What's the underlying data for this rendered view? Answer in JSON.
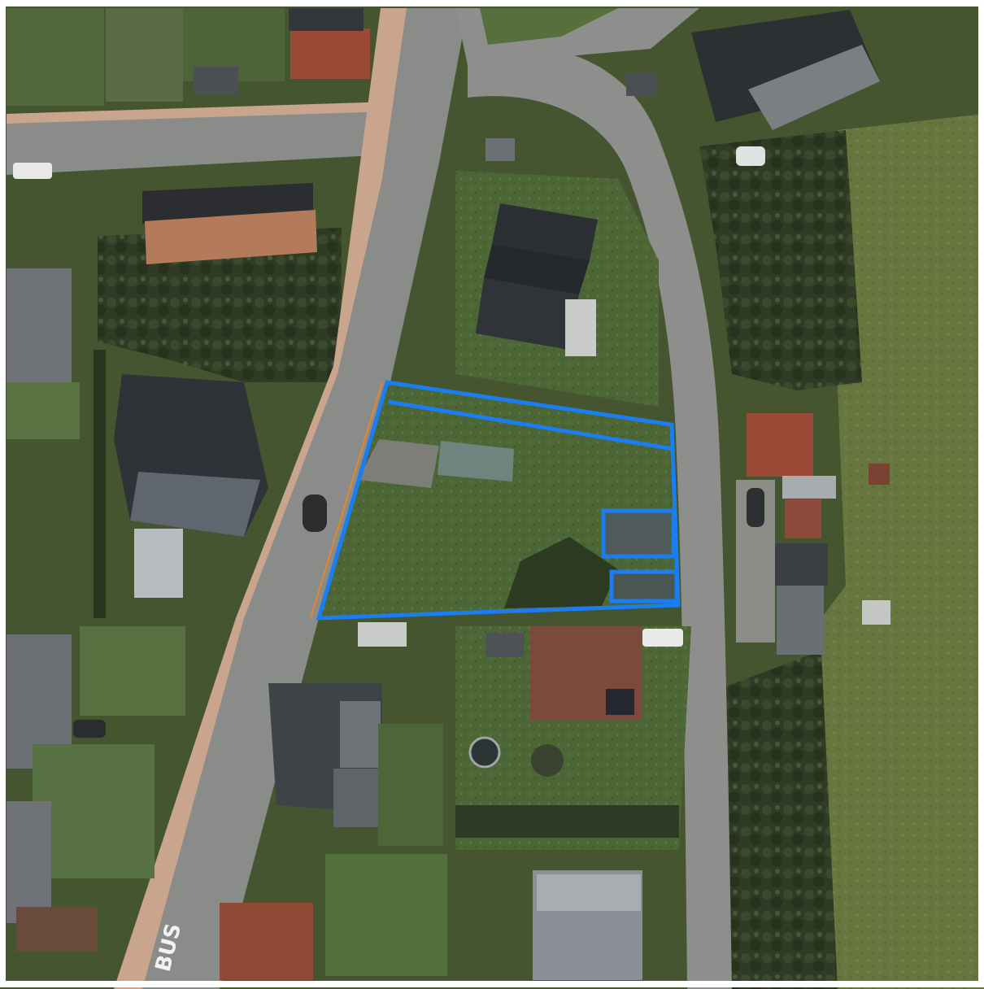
{
  "map": {
    "imagery": "aerial",
    "road_marking": "BUS",
    "colors": {
      "parcel_outline": "#1a7df0",
      "boundary_line": "#e8862a",
      "road": "#8a8c8a",
      "sidewalk": "#c9a58d",
      "grass": "#4f6a38",
      "grass_dark": "#3b5229",
      "tree": "#2e3b22",
      "field": "#6c7a44",
      "roof_red": "#9a4a36",
      "roof_dark": "#2c2f33",
      "roof_grey": "#7d8186"
    },
    "icons": {
      "parcel": "parcel-outline",
      "road_label": "road-marking"
    }
  }
}
